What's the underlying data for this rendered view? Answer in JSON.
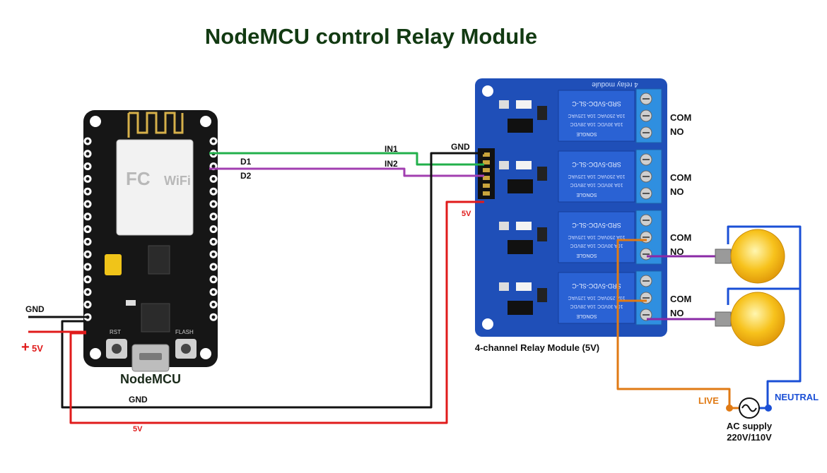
{
  "title": "NodeMCU control Relay Module",
  "colors": {
    "gnd_wire": "#111111",
    "vcc_wire": "#e01b1b",
    "in1_wire": "#22b04b",
    "in2_wire": "#a23fb0",
    "live_wire": "#e07a14",
    "neutral_wire": "#1a4fd6",
    "load_wire": "#8a2aa6",
    "relay_board": "#1f4fb8",
    "nodemcu_board": "#161616",
    "bulb": "#f7c21c"
  },
  "nodemcu": {
    "label": "NodeMCU",
    "chip_marks": [
      "FC",
      "WiFi"
    ],
    "button_left": "RST",
    "button_right": "FLASH"
  },
  "relay_module": {
    "label": "4-channel Relay Module (5V)",
    "board_text": "4 relay module",
    "relay_text": [
      "SRD-5VDC-SL-C",
      "10A 250VAC 10A 125VAC",
      "10A 30VDC 10A 28VDC",
      "SONGLE"
    ],
    "terminals": [
      {
        "com": "COM",
        "no": "NO"
      },
      {
        "com": "COM",
        "no": "NO"
      },
      {
        "com": "COM",
        "no": "NO"
      },
      {
        "com": "COM",
        "no": "NO"
      }
    ]
  },
  "pins": {
    "d1": "D1",
    "d2": "D2",
    "in1": "IN1",
    "in2": "IN2",
    "gnd_relay": "GND",
    "vcc_relay": "5V"
  },
  "power": {
    "gnd_label": "GND",
    "plus_sign": "+",
    "plus_label": "5V",
    "gnd_bottom": "GND",
    "vcc_bottom": "5V"
  },
  "ac": {
    "live": "LIVE",
    "neutral": "NEUTRAL",
    "supply_line1": "AC supply",
    "supply_line2": "220V/110V"
  }
}
